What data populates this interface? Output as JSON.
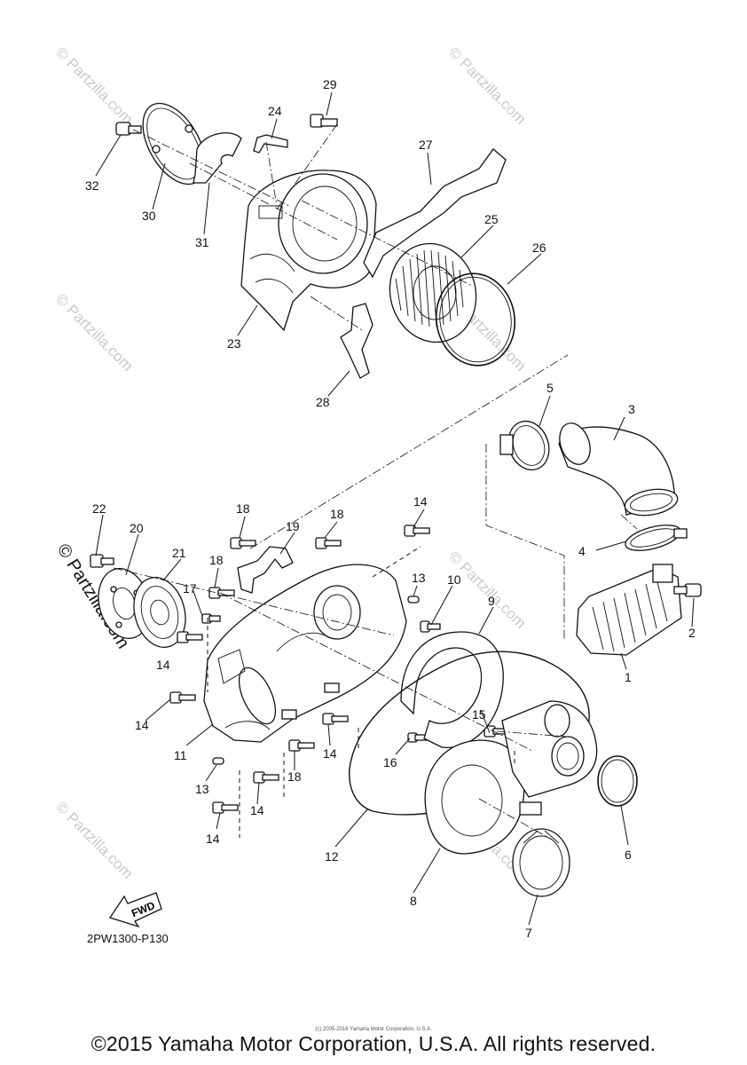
{
  "diagram_code": "2PW1300-P130",
  "fwd_label": "FWD",
  "watermark_text": "© Partzilla.com",
  "copyright": "©2015 Yamaha Motor Corporation, U.S.A. All rights reserved.",
  "tiny_credit": "(c) 2005-2016 Yamaha Motor Corporation, U.S.A.",
  "callouts": {
    "c1": "1",
    "c2": "2",
    "c3": "3",
    "c4": "4",
    "c5": "5",
    "c6": "6",
    "c7": "7",
    "c8": "8",
    "c9": "9",
    "c10": "10",
    "c11": "11",
    "c12": "12",
    "c13a": "13",
    "c13b": "13",
    "c14a": "14",
    "c14b": "14",
    "c14c": "14",
    "c14d": "14",
    "c14e": "14",
    "c14f": "14",
    "c15": "15",
    "c16": "16",
    "c17": "17",
    "c18a": "18",
    "c18b": "18",
    "c18c": "18",
    "c18d": "18",
    "c19": "19",
    "c20": "20",
    "c21": "21",
    "c22": "22",
    "c23": "23",
    "c24": "24",
    "c25": "25",
    "c26": "26",
    "c27": "27",
    "c28": "28",
    "c29": "29",
    "c30": "30",
    "c31": "31",
    "c32": "32"
  }
}
